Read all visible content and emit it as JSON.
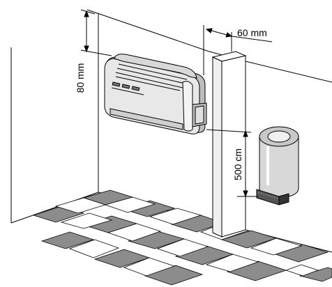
{
  "diagram": {
    "labels": {
      "top_clearance": "80 mm",
      "side_clearance": "60 mm",
      "height_from_floor": "500 cm"
    },
    "icons": {
      "unit": "wall-air-conditioner-icon",
      "drain": "condensate-tank-icon"
    },
    "colors": {
      "line": "#000000",
      "floor_tile_dark": "#8c8c8c",
      "unit_body": "#e8e8e8",
      "unit_shadow": "#bdbdbd"
    }
  }
}
